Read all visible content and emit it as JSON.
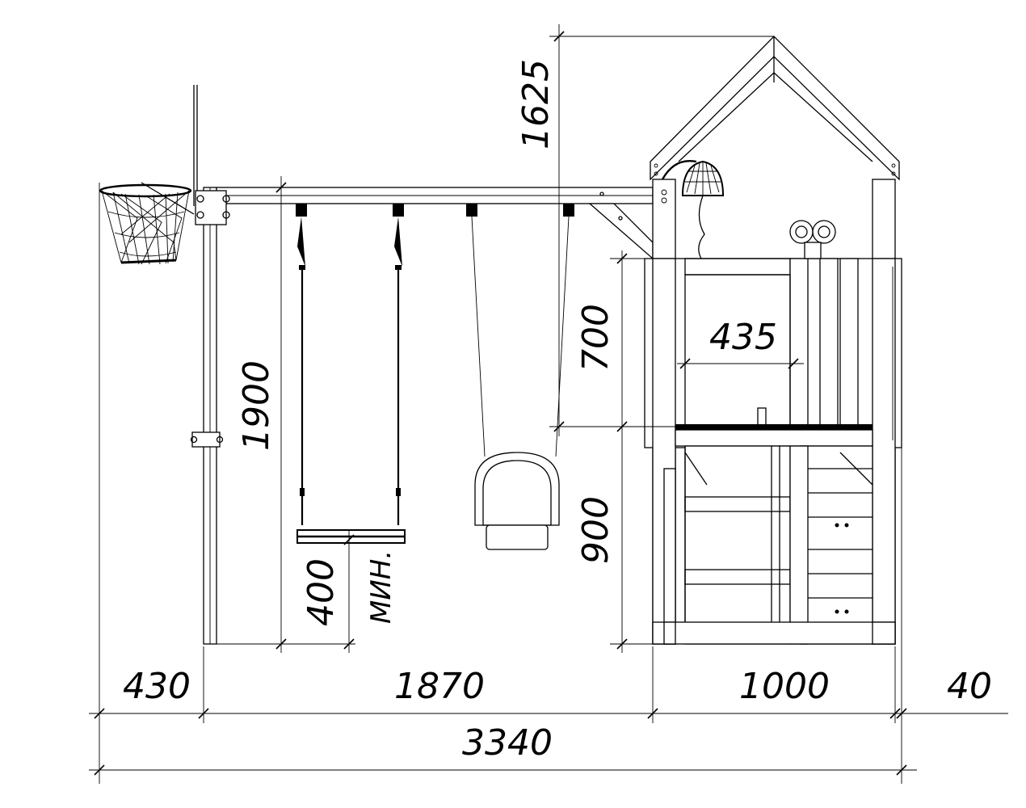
{
  "dimensions": {
    "roof_height": "1625",
    "platform_height_upper": "700",
    "platform_width_inner": "435",
    "beam_height": "1900",
    "platform_height_lower": "900",
    "swing_seat_min": "400",
    "min_label": "МИН.",
    "left_overhang": "430",
    "swing_span": "1870",
    "tower_width": "1000",
    "right_offset": "40",
    "total_width": "3340"
  }
}
